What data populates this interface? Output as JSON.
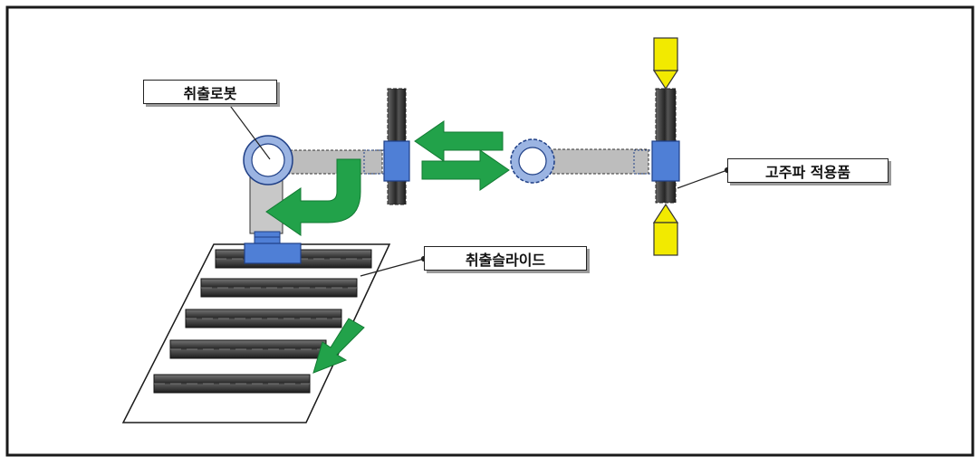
{
  "labels": {
    "robot": "취출로봇",
    "slide": "취출슬라이드",
    "part": "고주파 적용품"
  },
  "colors": {
    "frame": "#1a1a1a",
    "arrow_green": "#22a24a",
    "arrow_green_dark": "#137a33",
    "robot_blue": "#4f7fd6",
    "robot_ring_fill": "#9bb4e2",
    "arm_gray": "#bdbdbd",
    "electrode_yellow": "#f2ea00",
    "rod_dark": "#3e3e3e"
  },
  "icons": [
    "robot-head-icon",
    "green-arrow-icon",
    "yellow-electrode-icon",
    "shaft-workpiece-icon"
  ]
}
